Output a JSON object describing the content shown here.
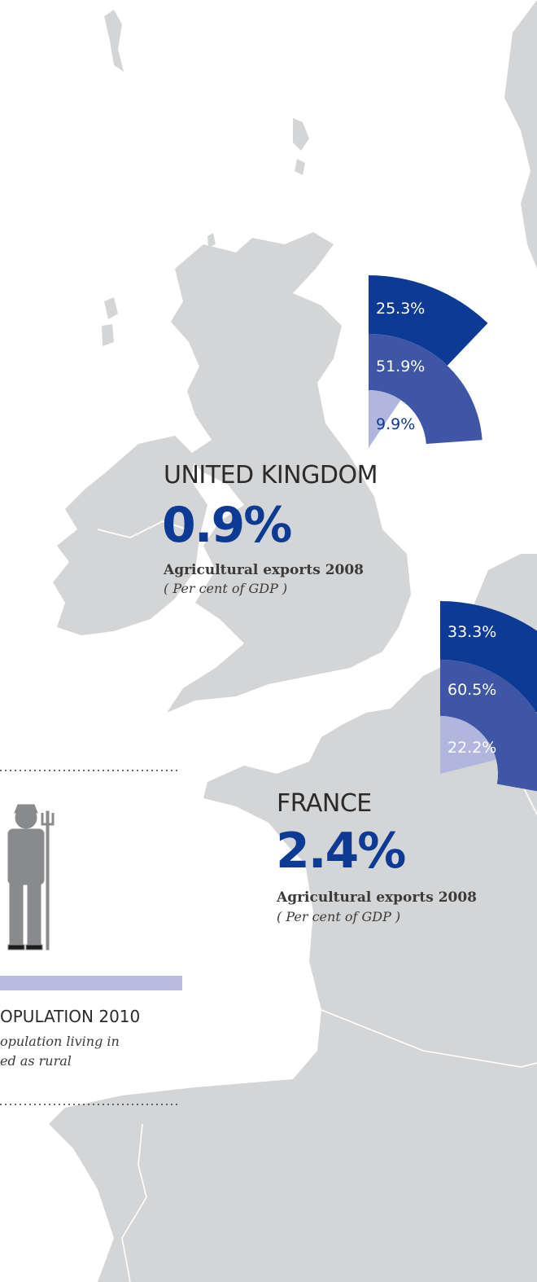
{
  "colors": {
    "land": "#d4d5d6",
    "sea": "#ffffff",
    "border": "#ffffff",
    "accent": "#0c3a95",
    "ring_outer": "#0c3a95",
    "ring_middle": "#3f55a5",
    "ring_inner": "#b0b6dd",
    "rural_bar": "#b7bde0",
    "farmer": "#888a8c"
  },
  "countries": {
    "uk": {
      "name": "UNITED KINGDOM",
      "value": "0.9%",
      "caption_title": "Agricultural exports 2008",
      "caption_sub": "( Per cent of GDP )",
      "ring_labels": {
        "outer": "25.3%",
        "middle": "51.9%",
        "inner": "9.9%"
      }
    },
    "france": {
      "name": "FRANCE",
      "value": "2.4%",
      "caption_title": "Agricultural exports 2008",
      "caption_sub": "( Per cent of GDP )",
      "ring_labels": {
        "outer": "33.3%",
        "middle": "60.5%",
        "inner": "22.2%"
      }
    }
  },
  "rural_panel": {
    "title": "OPULATION 2010",
    "line1": "opulation living in",
    "line2": "ed as rural",
    "icon": "farmer-with-pitchfork-icon"
  }
}
